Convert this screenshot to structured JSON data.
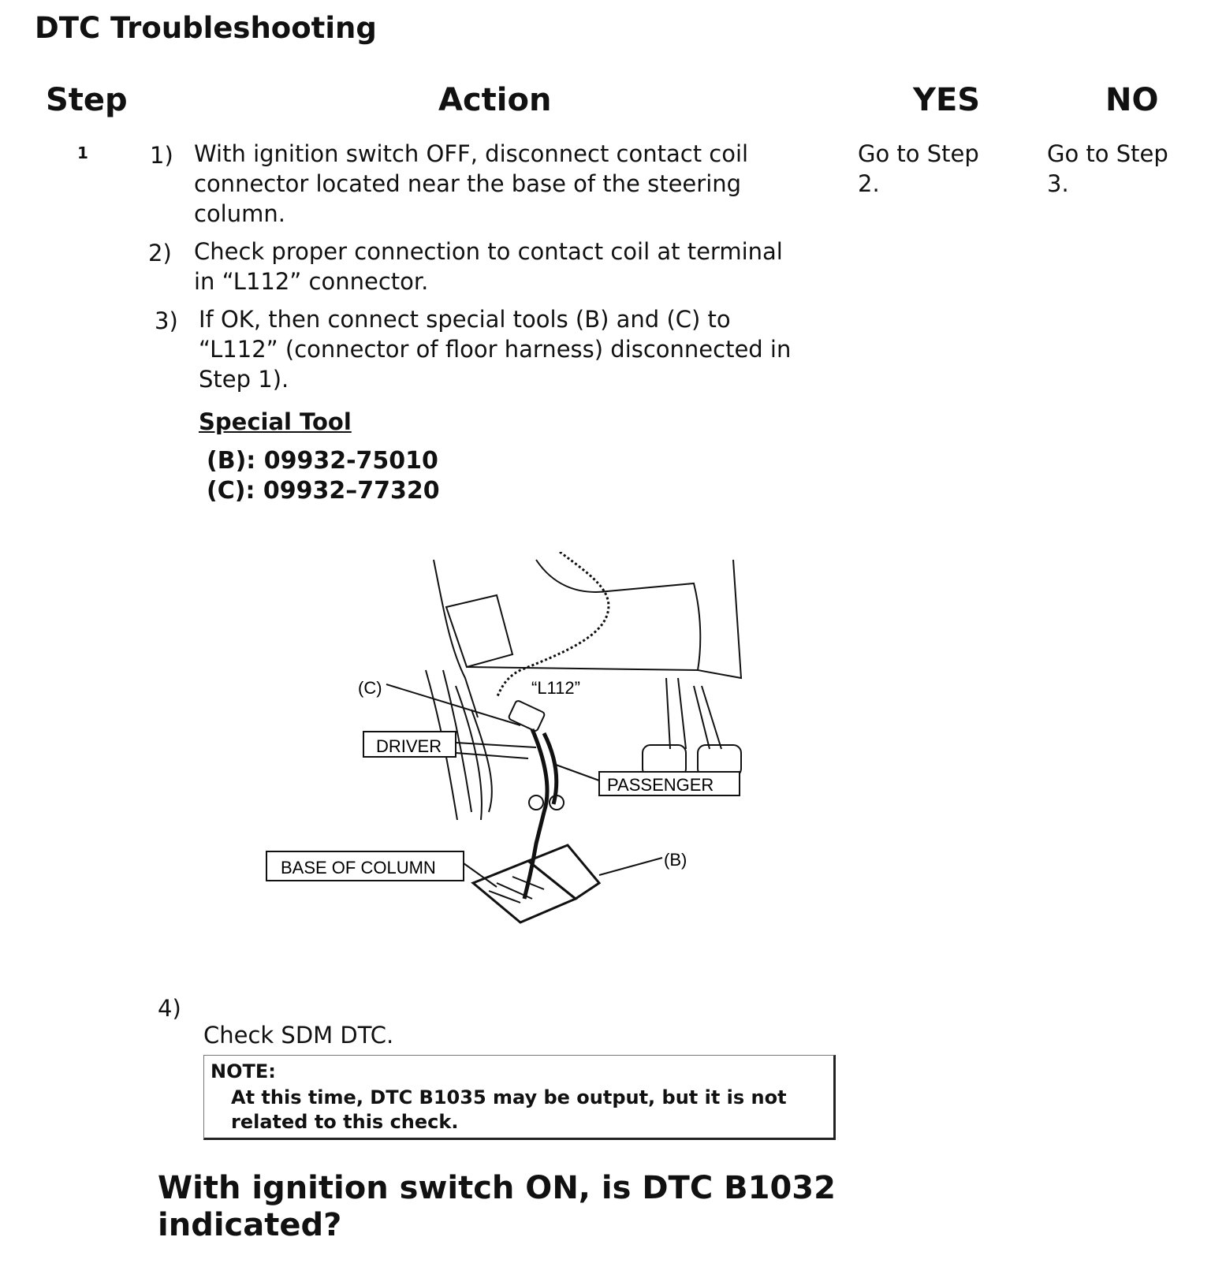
{
  "title": "DTC Troubleshooting",
  "headers": {
    "step": "Step",
    "action": "Action",
    "yes": "YES",
    "no": "NO"
  },
  "step_number": "1",
  "items": [
    {
      "num": "1)",
      "lines": [
        "With ignition switch OFF, disconnect contact coil",
        "connector located near the base of the steering",
        "column."
      ]
    },
    {
      "num": "2)",
      "lines": [
        "Check proper connection to contact coil at terminal",
        "in “L112” connector."
      ]
    },
    {
      "num": "3)",
      "lines": [
        "If OK, then connect special tools (B) and (C) to",
        "“L112” (connector of floor harness) disconnected in",
        "Step 1)."
      ]
    },
    {
      "num": "4)",
      "lines": [
        "Check SDM DTC."
      ]
    }
  ],
  "special_tool": {
    "heading": "Special Tool",
    "b": "(B): 09932-75010",
    "c": "(C): 09932–77320"
  },
  "figure_labels": {
    "c": "(C)",
    "l112": "“L112”",
    "driver": "DRIVER",
    "passenger": "PASSENGER",
    "base": "BASE OF COLUMN",
    "b": "(B)"
  },
  "yes": {
    "line1": "Go to Step",
    "line2": "2."
  },
  "no": {
    "line1": "Go to Step",
    "line2": "3."
  },
  "note": {
    "label": "NOTE:",
    "line1": "At this time, DTC B1035 may be output, but it is not",
    "line2": "related to this check."
  },
  "question": {
    "line1": "With ignition switch ON, is DTC B1032",
    "line2": "indicated?"
  }
}
